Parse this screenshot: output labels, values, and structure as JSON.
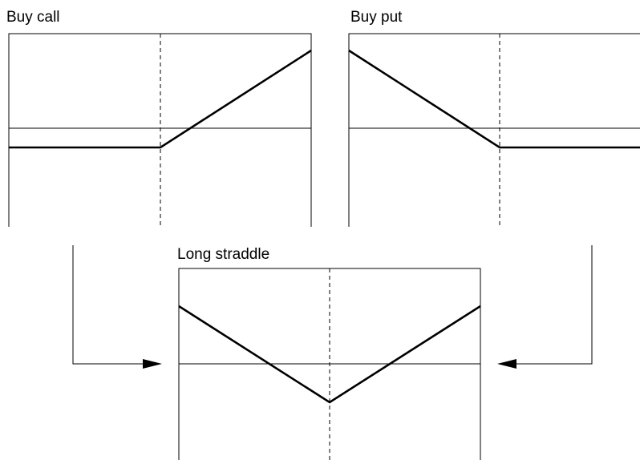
{
  "diagram": {
    "panels": [
      {
        "id": "buy-call",
        "title": "Buy call"
      },
      {
        "id": "buy-put",
        "title": "Buy put"
      },
      {
        "id": "long-straddle",
        "title": "Long straddle"
      }
    ]
  }
}
